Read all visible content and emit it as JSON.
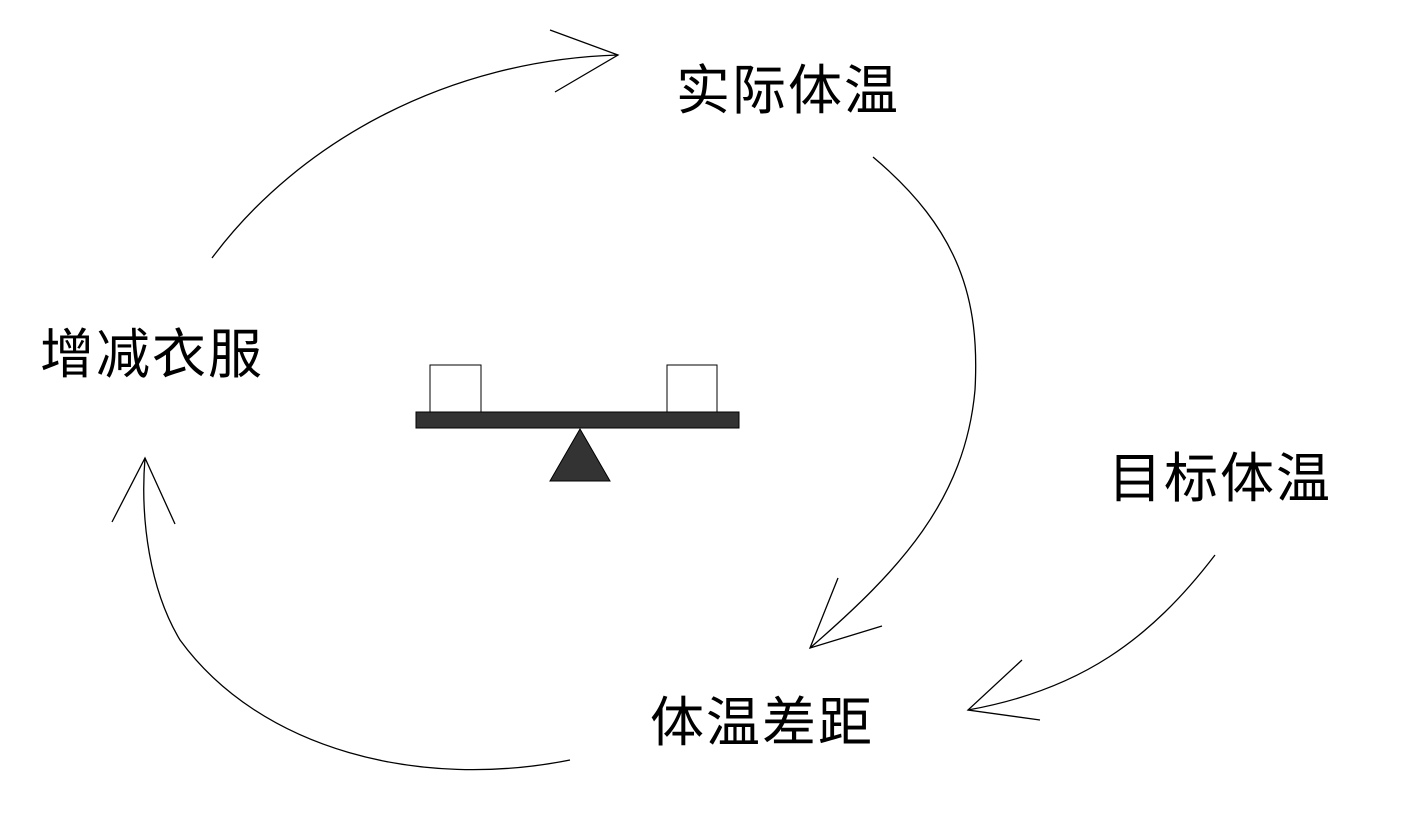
{
  "nodes": {
    "actual_temp": "实际体温",
    "adjust_clothes": "增减衣服",
    "target_temp": "目标体温",
    "temp_gap": "体温差距"
  },
  "colors": {
    "line": "#000000",
    "balance_fill": "#333333"
  }
}
